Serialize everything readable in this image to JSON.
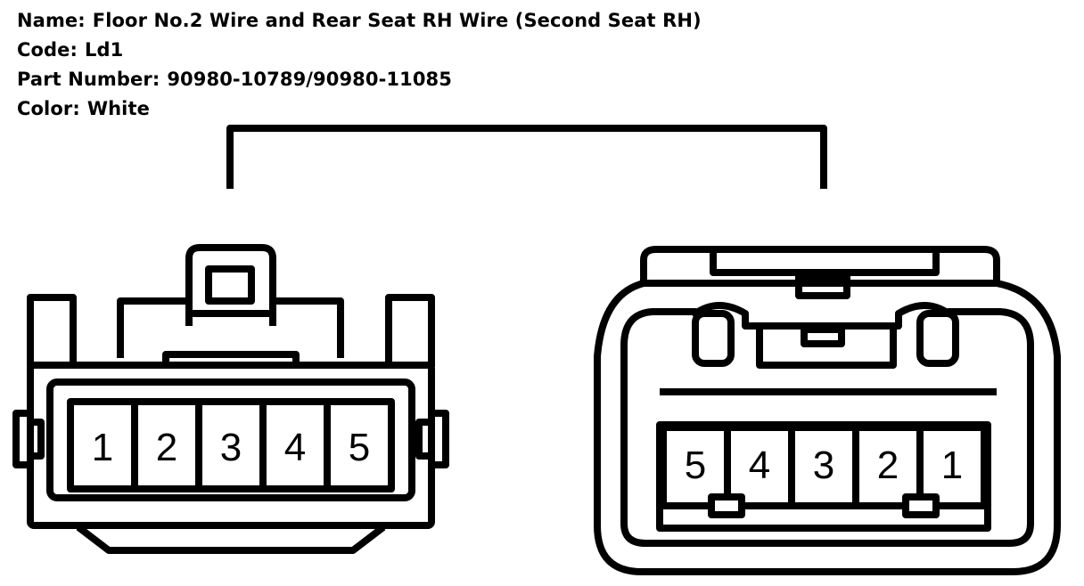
{
  "connector": {
    "name_label": "Name:",
    "name": "Floor No.2 Wire and Rear Seat RH Wire (Second Seat RH)",
    "code_label": "Code:",
    "code": "Ld1",
    "part_number_label": "Part Number:",
    "part_number": "90980-10789/90980-11085",
    "color_label": "Color:",
    "color": "White"
  },
  "left_connector": {
    "pins": [
      "1",
      "2",
      "3",
      "4",
      "5"
    ]
  },
  "right_connector": {
    "pins": [
      "5",
      "4",
      "3",
      "2",
      "1"
    ]
  }
}
